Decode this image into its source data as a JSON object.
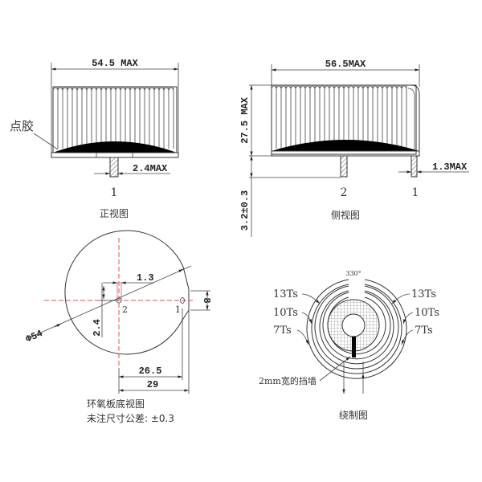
{
  "front_view": {
    "caption": "正视图",
    "width_dim": "54.5 MAX",
    "glue_label": "点胶",
    "pin_dim": "2.4MAX",
    "pin_number": "1"
  },
  "side_view": {
    "caption": "侧视图",
    "width_dim": "56.5MAX",
    "height_dim": "27.5 MAX",
    "pin_length_dim": "3.2±0.3",
    "pin_dim": "1.3MAX",
    "pin_numbers": [
      "2",
      "1"
    ]
  },
  "bottom_view": {
    "caption_line1": "环氧板底视图",
    "caption_line2": "未注尺寸公差: ±0.3",
    "diameter_dim": "Φ54",
    "slot_width_dim": "1.3",
    "slot_length_dim": "2.4",
    "flat_dim": "8",
    "pin1_offset_dim": "26.5",
    "flat_offset_dim": "29",
    "pin_labels": [
      "2",
      "1"
    ]
  },
  "winding_view": {
    "caption": "绕制图",
    "angle_label": "330°",
    "left_labels": [
      "13Ts",
      "10Ts",
      "7Ts"
    ],
    "right_labels": [
      "13Ts",
      "10Ts",
      "7Ts"
    ],
    "wall_label": "2mm宽的挡墙"
  },
  "colors": {
    "line": "#333333",
    "centerline": "#e05050",
    "glue": "#000000"
  }
}
